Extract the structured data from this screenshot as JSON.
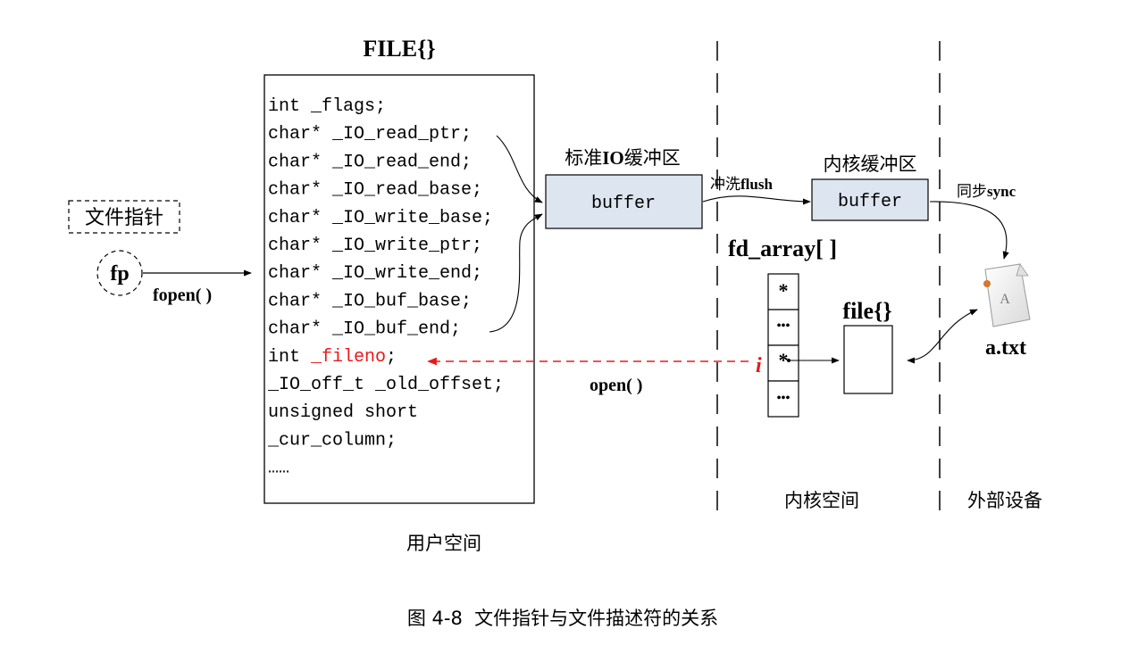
{
  "file_struct": {
    "title": "FILE{}",
    "fields": [
      "int _flags;",
      "char* _IO_read_ptr;",
      "char* _IO_read_end;",
      "char* _IO_read_base;",
      "char* _IO_write_base;",
      "char* _IO_write_ptr;",
      "char* _IO_write_end;",
      "char* _IO_buf_base;",
      "char* _IO_buf_end;"
    ],
    "fileno_type": "int ",
    "fileno_name": "_fileno",
    "fileno_suffix": ";",
    "fields_after": [
      "_IO_off_t _old_offset;",
      "unsigned short",
      "_cur_column;",
      "……"
    ]
  },
  "file_pointer": {
    "label": "文件指针",
    "name": "fp",
    "call": "fopen( )"
  },
  "std_io_buffer": {
    "label_prefix": "标准",
    "label_bold": "IO",
    "label_suffix": "缓冲区",
    "box": "buffer"
  },
  "flush": {
    "label_cjk": "冲洗",
    "label_bold": "flush"
  },
  "kernel_buffer": {
    "label": "内核缓冲区",
    "box": "buffer"
  },
  "sync": {
    "label_cjk": "同步",
    "label_bold": "sync"
  },
  "fd_array": {
    "title": "fd_array[ ]",
    "cells": [
      "*",
      "•••",
      "*",
      "•••"
    ],
    "index": "i"
  },
  "kernel_file": {
    "title": "file{}"
  },
  "device_file": {
    "name": "a.txt",
    "icon_letter": "A"
  },
  "open_call": "open( )",
  "regions": {
    "user": "用户空间",
    "kernel": "内核空间",
    "external": "外部设备"
  },
  "caption": "图 4-8  文件指针与文件描述符的关系",
  "colors": {
    "buffer_fill": "#dde5f0",
    "fileno": "#e8191b",
    "dashed_arrow": "#e8191b",
    "ink": "#000000"
  }
}
